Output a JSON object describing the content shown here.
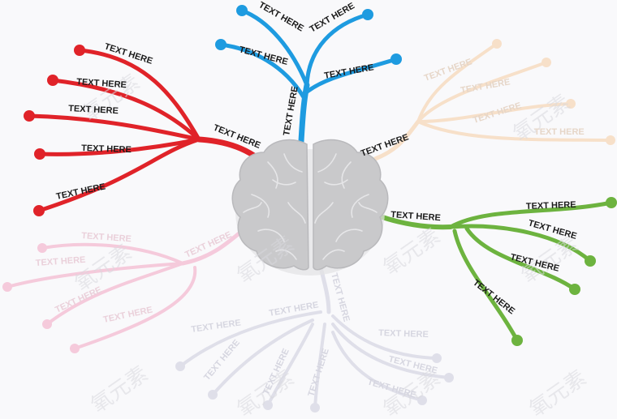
{
  "colors": {
    "red": "#e02329",
    "blue": "#1e9be0",
    "green": "#6db33f",
    "peach": "#f7dcc1",
    "pink": "#f5c2d6",
    "lavender": "#dddde8",
    "brain": "#c9c9cb",
    "background": "#f9f9fb"
  },
  "branches": {
    "red": {
      "main": "TEXT HERE",
      "subs": [
        "TEXT HERE",
        "TEXT HERE",
        "TEXT HERE",
        "TEXT HERE",
        "TEXT HERE"
      ]
    },
    "blue": {
      "main": "TEXT HERE",
      "subs": [
        "TEXT HERE",
        "TEXT HERE",
        "TEXT HERE",
        "TEXT HERE"
      ]
    },
    "green": {
      "main": "TEXT HERE",
      "subs": [
        "TEXT HERE",
        "TEXT HERE",
        "TEXT HERE",
        "TEXT HERE"
      ]
    },
    "peach": {
      "main": "TEXT HERE",
      "subs": [
        "TEXT HERE",
        "TEXT HERE",
        "TEXT HERE",
        "TEXT HERE"
      ]
    },
    "pink": {
      "main": "TEXT HERE",
      "subs": [
        "TEXT HERE",
        "TEXT HERE",
        "TEXT HERE",
        "TEXT HERE"
      ]
    },
    "lavender": {
      "main": "TEXT HERE",
      "subs": [
        "TEXT HERE",
        "TEXT HERE",
        "TEXT HERE",
        "TEXT HERE",
        "TEXT HERE",
        "TEXT HERE",
        "TEXT HERE",
        "TEXT HERE"
      ]
    }
  },
  "watermark": "氧元素"
}
